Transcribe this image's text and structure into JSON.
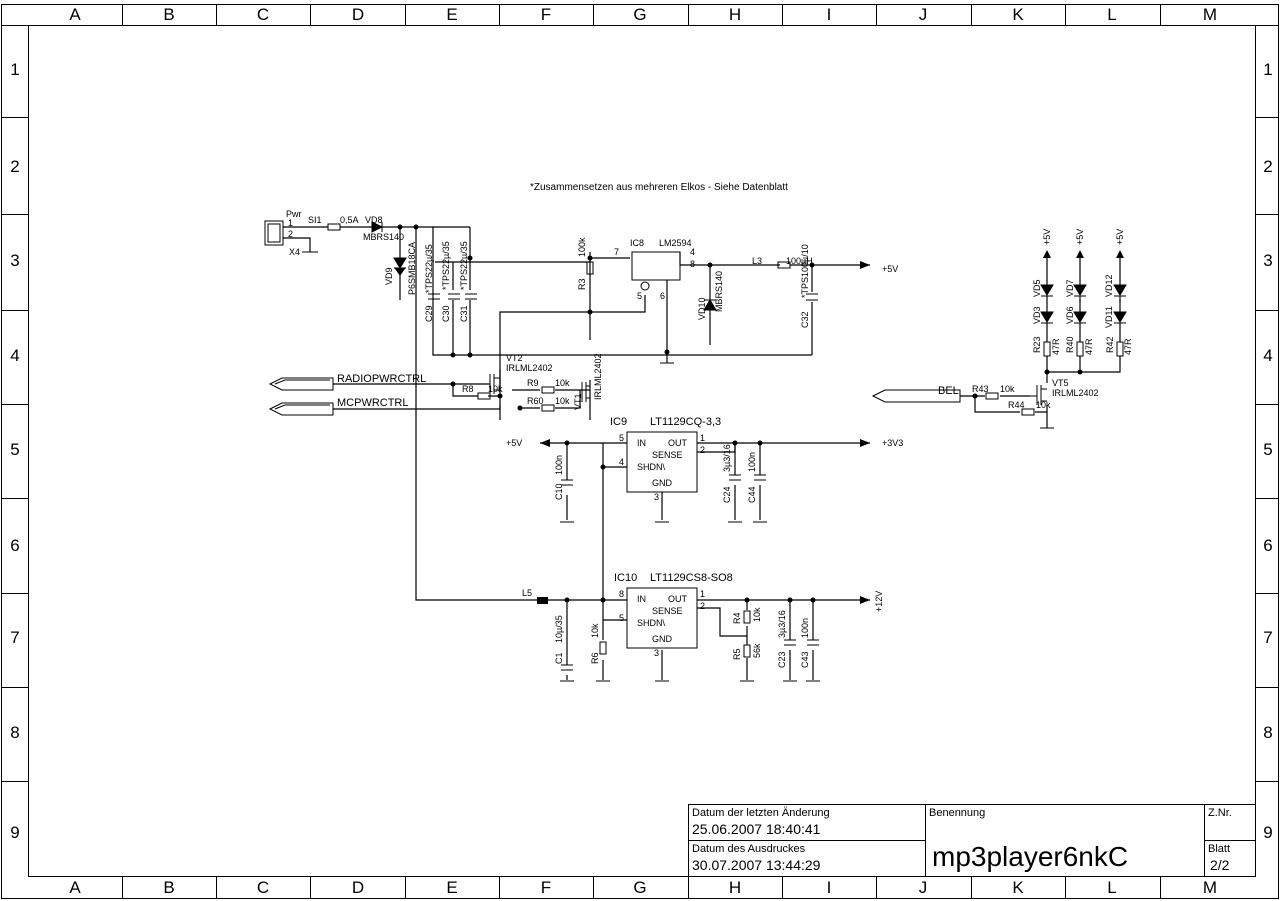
{
  "frame": {
    "columns": [
      "A",
      "B",
      "C",
      "D",
      "E",
      "F",
      "G",
      "H",
      "I",
      "J",
      "K",
      "L",
      "M"
    ],
    "rows": [
      "1",
      "2",
      "3",
      "4",
      "5",
      "6",
      "7",
      "8",
      "9"
    ]
  },
  "note": "*Zusammensetzen aus mehreren Elkos - Siehe Datenblatt",
  "title_block": {
    "last_change_label": "Datum der letzten Änderung",
    "last_change_value": "25.06.2007 18:40:41",
    "print_date_label": "Datum des Ausdruckes",
    "print_date_value": "30.07.2007 13:44:29",
    "name_label": "Benennung",
    "name_value": "mp3player6nkC",
    "drawing_no_label": "Z.Nr.",
    "sheet_label": "Blatt",
    "sheet_value": "2/2"
  },
  "components": {
    "x4": "X4",
    "x4_pwr": "Pwr",
    "x4_pin1": "1",
    "x4_pin2": "2",
    "si1": "SI1",
    "si1_val": "0,5A",
    "vd8": "VD8",
    "vd8_part": "MBRS140",
    "vd9": "VD9",
    "vd9_part": "P6SMB18CA",
    "c29": "C29",
    "c29_val": "*TPS22µ/35",
    "c30": "C30",
    "c30_val": "*TPS22µ/35",
    "c31": "C31",
    "c31_val": "*TPS22µ/35",
    "r3": "R3",
    "r3_val": "100k",
    "ic8": "IC8",
    "ic8_part": "LM2594",
    "ic8_p7": "7",
    "ic8_p4": "4",
    "ic8_p8": "8",
    "ic8_p5": "5",
    "ic8_p6": "6",
    "l3": "L3",
    "l3_val": "100µH",
    "vd10": "VD10",
    "vd10_part": "MBRS140",
    "c32": "C32",
    "c32_val": "*TPS100µ/10",
    "out_5v": "+5V",
    "vt2": "VT2",
    "vt2_part": "IRLML2402",
    "vt1": "VT1",
    "vt1_part": "IRLML2402",
    "radio_net": "RADIOPWRCTRL",
    "mcp_net": "MCPWRCTRL",
    "r8": "R8",
    "r8_val": "10k",
    "r9": "R9",
    "r9_val": "10k",
    "r60": "R60",
    "r60_val": "10k",
    "ic9": "IC9",
    "ic9_part": "LT1129CQ-3,3",
    "ic_in": "IN",
    "ic_out": "OUT",
    "ic_sense": "SENSE",
    "ic_shdn": "SHDN\\",
    "ic_gnd": "GND",
    "p1": "1",
    "p2": "2",
    "p3": "3",
    "p4": "4",
    "p5": "5",
    "p8": "8",
    "in_5v": "+5V",
    "out_3v3": "+3V3",
    "c10": "C10",
    "c10_val": "100n",
    "c24": "C24",
    "c24_val": "3µ3/16",
    "c44": "C44",
    "c44_val": "100n",
    "ic10": "IC10",
    "ic10_part": "LT1129CS8-SO8",
    "l5": "L5",
    "c1": "C1",
    "c1_val": "10µ/35",
    "r6": "R6",
    "r6_val": "10k",
    "r4": "R4",
    "r4_val": "10k",
    "r5": "R5",
    "r5_val": "56k",
    "c23": "C23",
    "c23_val": "3µ3/16",
    "c43": "C43",
    "c43_val": "100n",
    "out_12v": "+12V",
    "led_vcc": "+5V",
    "vd5": "VD5",
    "vd3": "VD3",
    "vd7": "VD7",
    "vd6": "VD6",
    "vd12": "VD12",
    "vd11": "VD11",
    "r23": "R23",
    "r23_val": "47R",
    "r40": "R40",
    "r40_val": "47R",
    "r42": "R42",
    "r42_val": "47R",
    "vt5": "VT5",
    "vt5_part": "IRLML2402",
    "bel_net": "BEL",
    "r43": "R43",
    "r43_val": "10k",
    "r44": "R44",
    "r44_val": "10k"
  }
}
